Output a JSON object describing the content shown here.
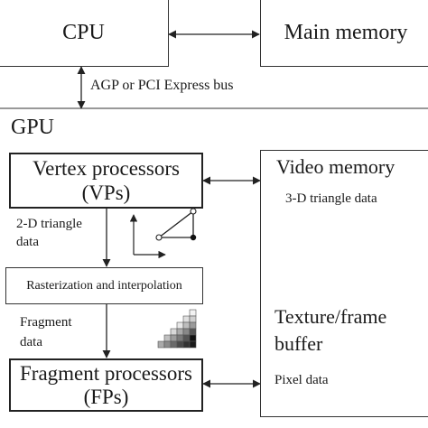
{
  "cpu": {
    "label": "CPU"
  },
  "main_memory": {
    "label": "Main memory"
  },
  "bus": {
    "label": "AGP or PCI Express bus"
  },
  "gpu": {
    "label": "GPU"
  },
  "vertex_processors": {
    "line1": "Vertex processors",
    "line2": "(VPs)"
  },
  "triangle_2d": {
    "line1": "2-D triangle",
    "line2": "data"
  },
  "rasterization": {
    "label": "Rasterization and interpolation"
  },
  "fragment_data": {
    "line1": "Fragment",
    "line2": "data"
  },
  "fragment_processors": {
    "line1": "Fragment processors",
    "line2": "(FPs)"
  },
  "video_memory": {
    "label": "Video memory"
  },
  "triangle_3d": {
    "label": "3-D triangle data"
  },
  "texture_buffer": {
    "line1": "Texture/frame",
    "line2": "buffer"
  },
  "pixel_data": {
    "label": "Pixel data"
  }
}
